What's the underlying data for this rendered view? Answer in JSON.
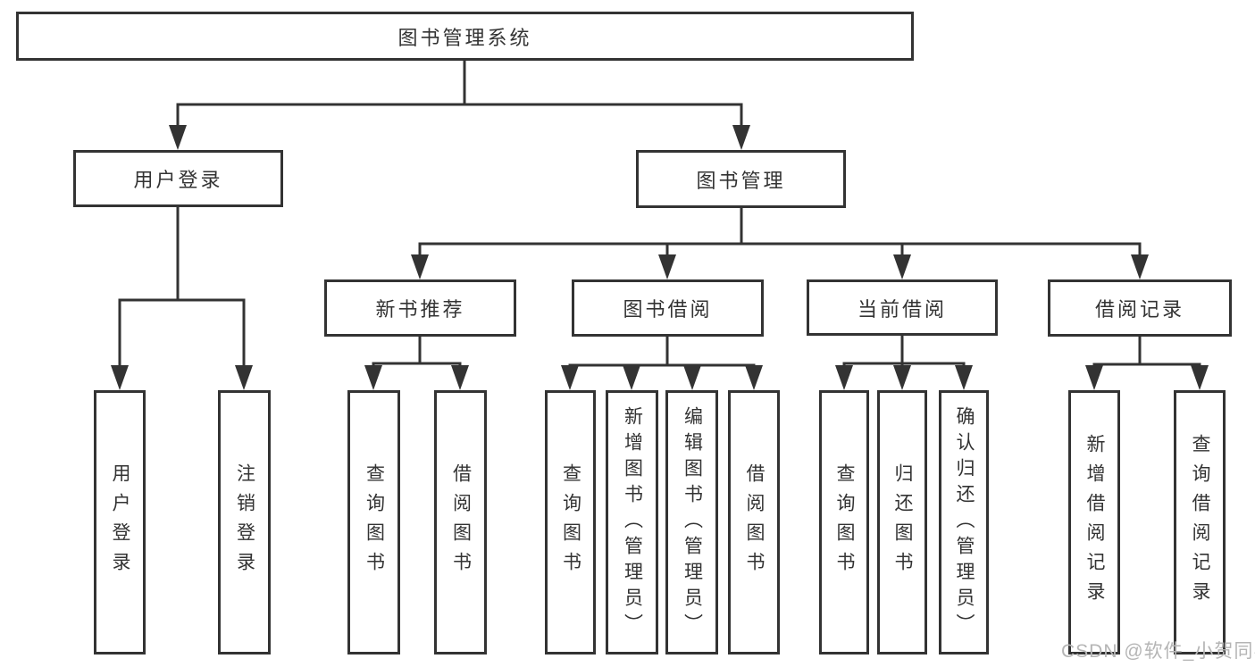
{
  "colors": {
    "line": "#333333",
    "box_border": "#333333",
    "text": "#333333",
    "watermark": "#b5b5b5",
    "background": "#ffffff"
  },
  "tree": {
    "root": {
      "label": "图书管理系统"
    },
    "branches": [
      {
        "label": "用户登录",
        "children": [
          "用户登录",
          "注销登录"
        ]
      },
      {
        "label": "图书管理",
        "groups": [
          {
            "label": "新书推荐",
            "children": [
              "查询图书",
              "借阅图书"
            ]
          },
          {
            "label": "图书借阅",
            "children": [
              "查询图书",
              "新增图书（管理员）",
              "编辑图书（管理员）",
              "借阅图书"
            ]
          },
          {
            "label": "当前借阅",
            "children": [
              "查询图书",
              "归还图书",
              "确认归还（管理员）"
            ]
          },
          {
            "label": "借阅记录",
            "children": [
              "新增借阅记录",
              "查询借阅记录"
            ]
          }
        ]
      }
    ]
  },
  "watermark": {
    "text": "CSDN @软件_小贺同学"
  }
}
